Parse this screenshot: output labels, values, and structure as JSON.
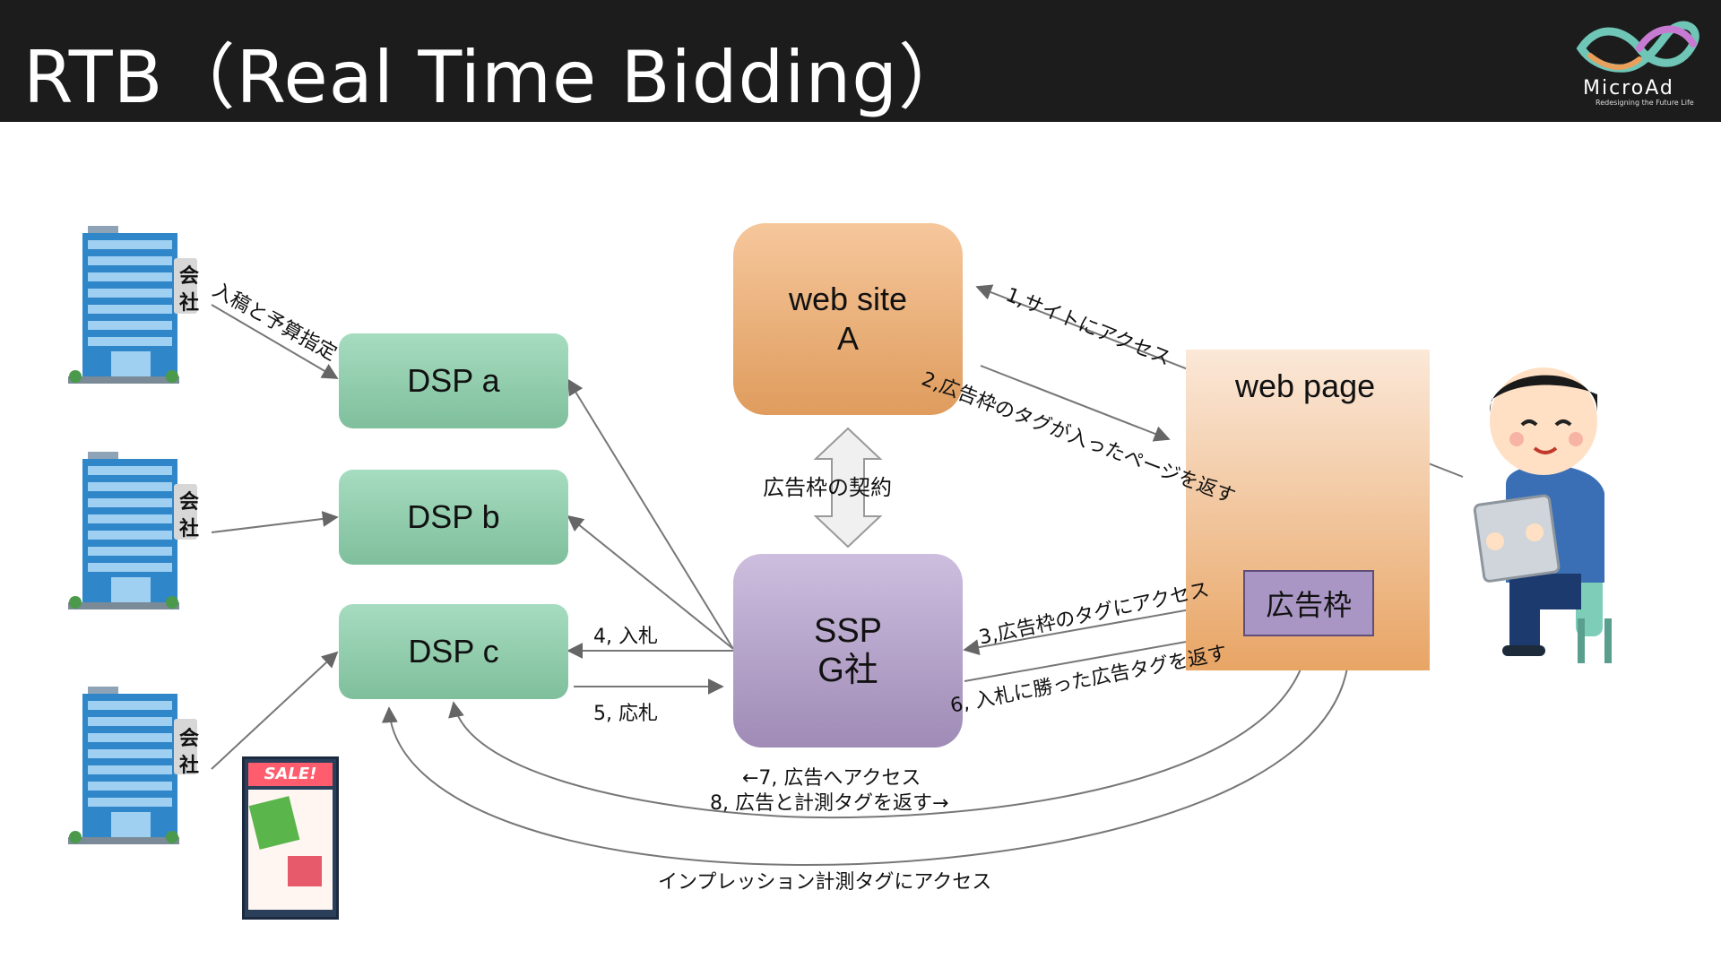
{
  "header": {
    "title": "RTB（Real Time Bidding）"
  },
  "logo": {
    "name": "MicroAd",
    "tagline": "Redesigning the Future Life"
  },
  "companies": {
    "badge_line1": "会",
    "badge_line2": "社"
  },
  "nodes": {
    "dsp_a": "DSP a",
    "dsp_b": "DSP b",
    "dsp_c": "DSP c",
    "website_line1": "web site",
    "website_line2": "A",
    "ssp_line1": "SSP",
    "ssp_line2": "G社",
    "webpage": "web page",
    "ad_slot": "広告枠"
  },
  "flyer": {
    "sale": "SALE!"
  },
  "labels": {
    "submission": "入稿と予算指定",
    "step1": "1,サイトにアクセス",
    "step2": "2,広告枠のタグが入ったページを返す",
    "contract": "広告枠の契約",
    "step3": "3,広告枠のタグにアクセス",
    "step4": "4, 入札",
    "step5": "5, 応札",
    "step6": "6, 入札に勝った広告タグを返す",
    "step7": "←7, 広告へアクセス",
    "step8": "8, 広告と計測タグを返す→",
    "impression": "インプレッション計測タグにアクセス"
  },
  "colors": {
    "header_bg": "#1c1c1c",
    "dsp": "#8fcbaa",
    "website": "#eaae78",
    "ssp": "#b4a3c9",
    "webpage": "#f0c39a",
    "ad_slot": "#a996c4"
  }
}
